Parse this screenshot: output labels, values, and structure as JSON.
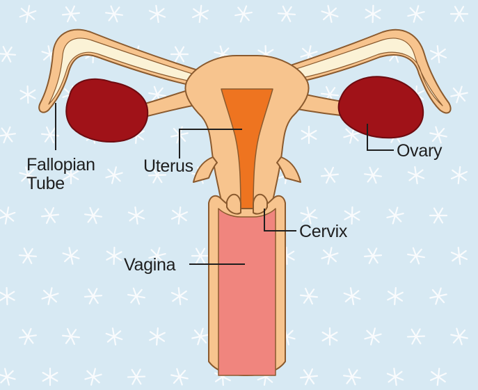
{
  "labels": {
    "fallopian_tube": [
      "Fallopian",
      "Tube"
    ],
    "uterus": "Uterus",
    "ovary": "Ovary",
    "cervix": "Cervix",
    "vagina": "Vagina"
  },
  "colors": {
    "background": "#d7e9f3",
    "snowflake": "#ffffff",
    "tissue": "#f7c48e",
    "tissue_outline": "#8a5a2e",
    "tube_inner": "#fbf2d6",
    "ovary": "#a01218",
    "uterine_cavity": "#ee7420",
    "vagina": "#f0857e",
    "leader_line": "#1e1e1e"
  }
}
